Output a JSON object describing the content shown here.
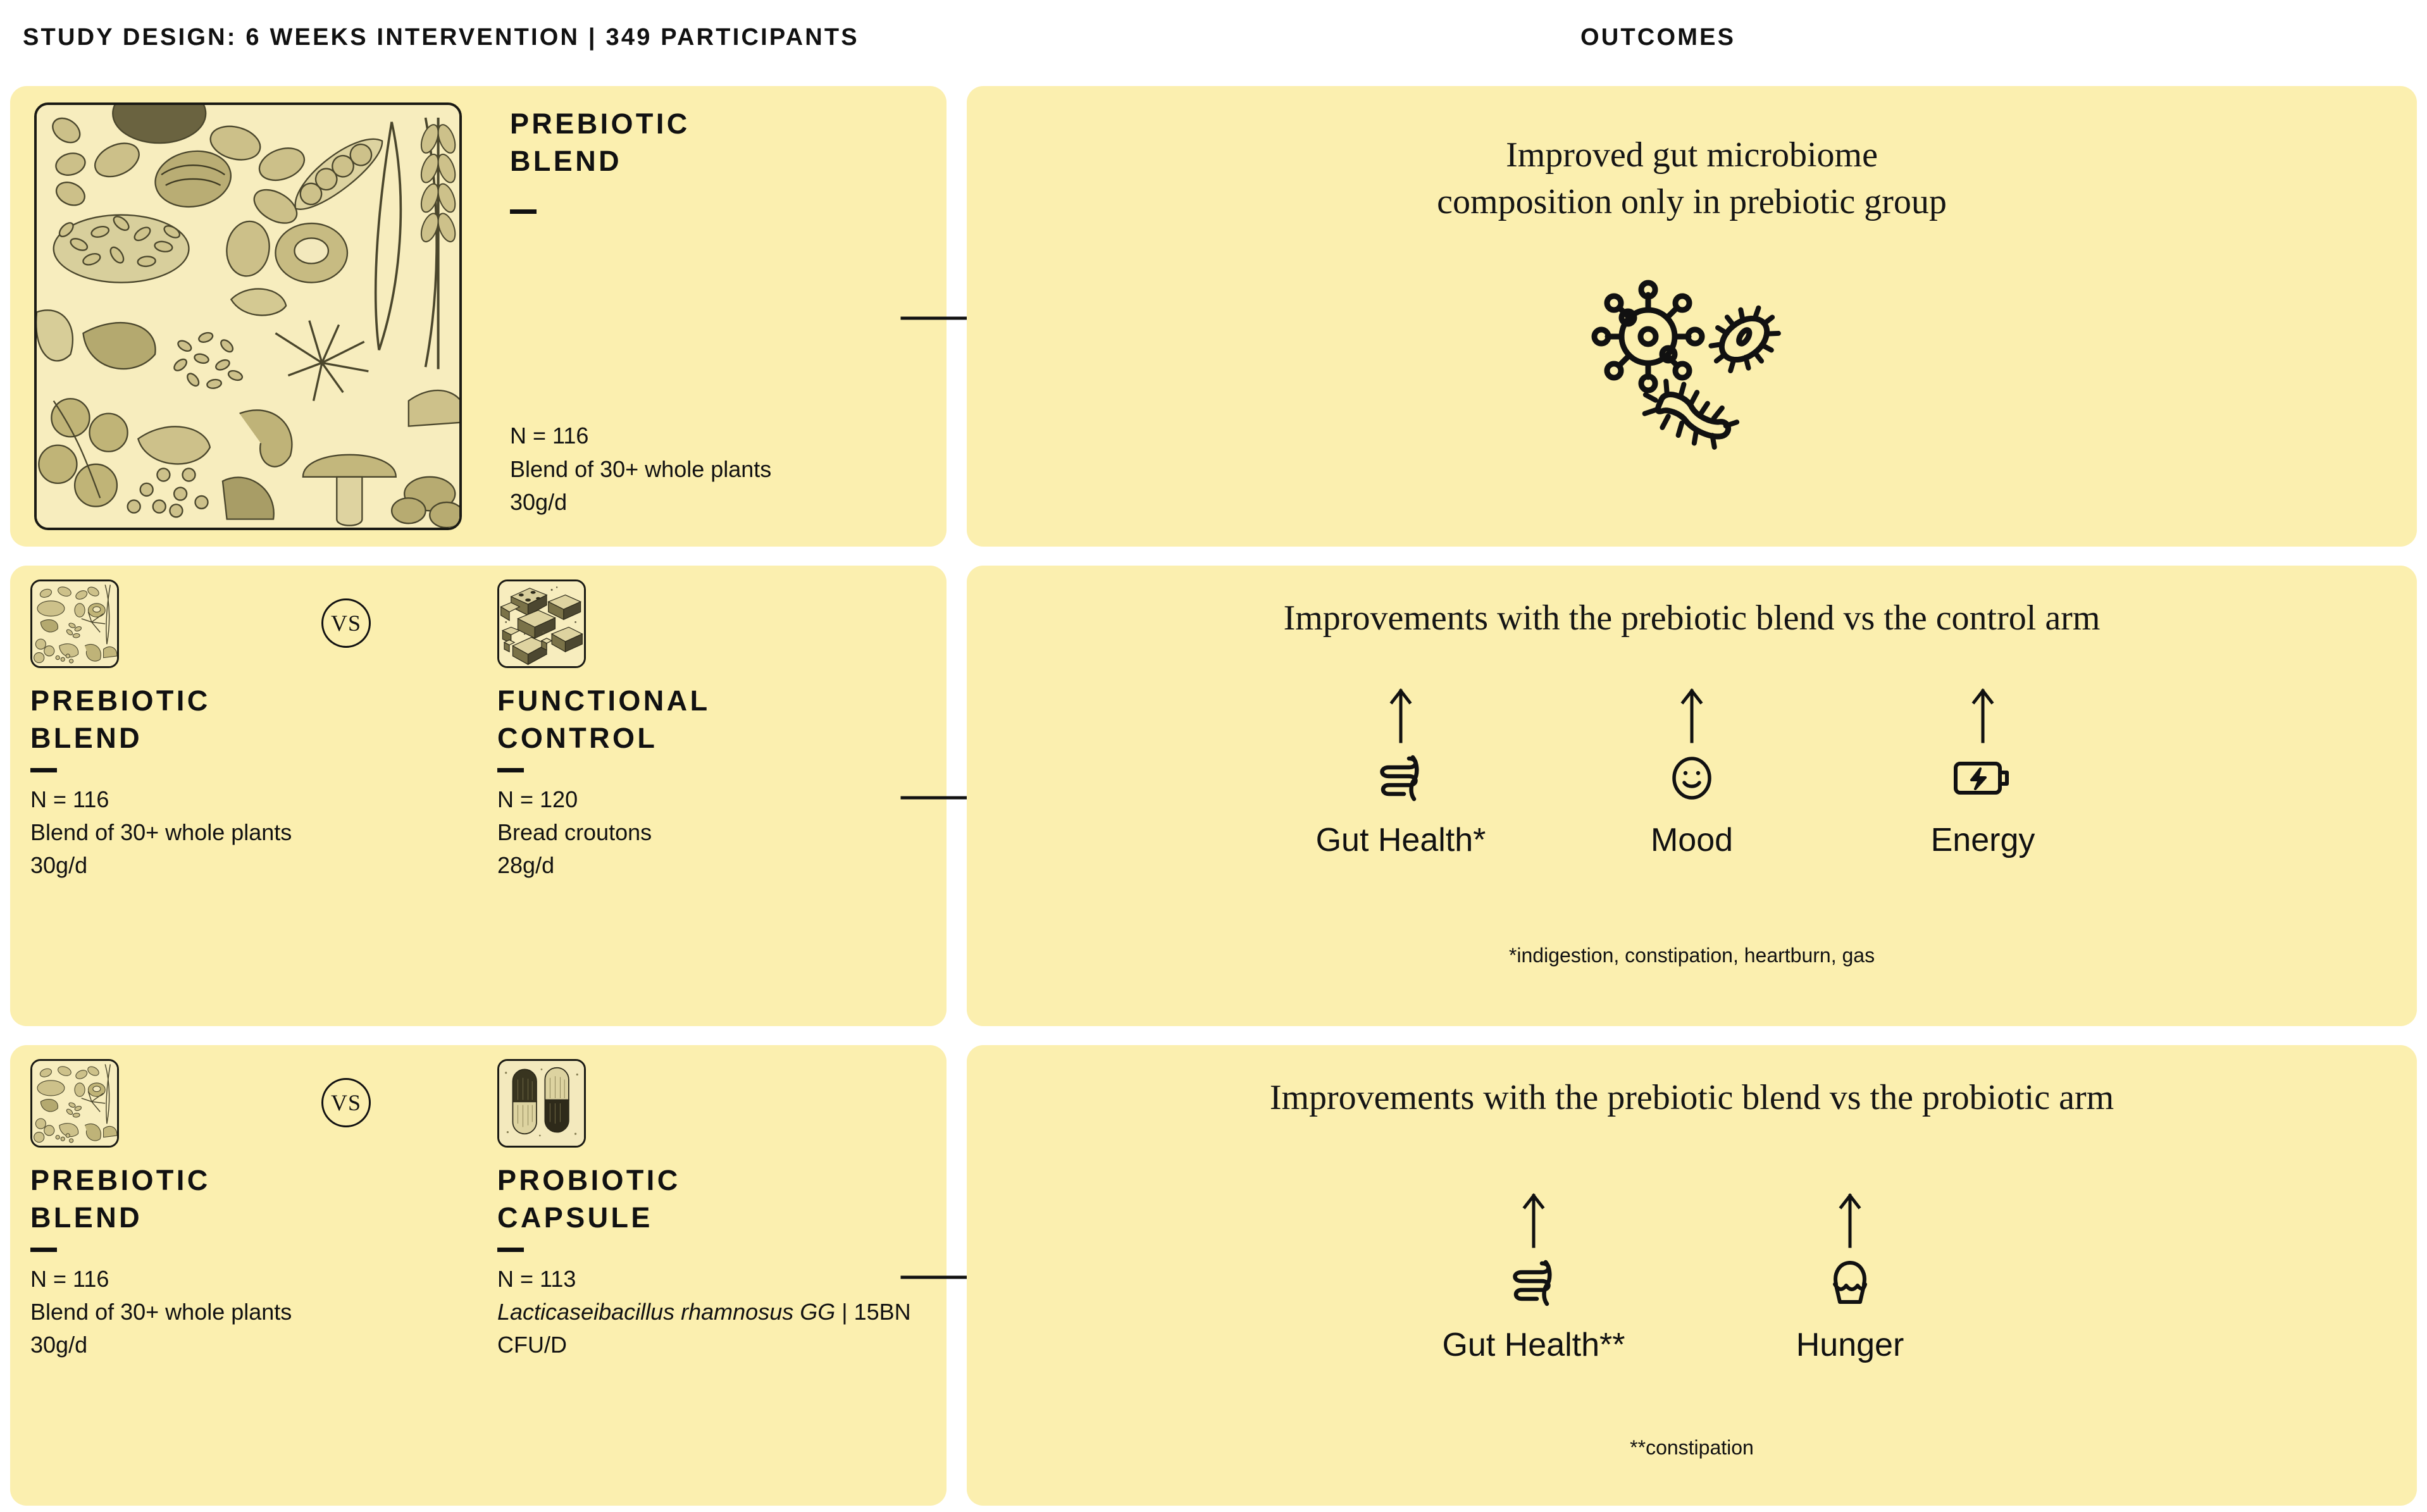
{
  "headers": {
    "study_design": "STUDY DESIGN: 6 WEEKS INTERVENTION | 349 PARTICIPANTS",
    "outcomes": "OUTCOMES"
  },
  "colors": {
    "card_background": "#fbefaf",
    "page_background": "#ffffff",
    "ink": "#111111",
    "illustration_paper": "#f7edbe"
  },
  "rows": [
    {
      "id": "row1",
      "arms": [
        {
          "title": "PREBIOTIC\nBLEND",
          "n_label": "N = 116",
          "description": "Blend of 30+ whole plants",
          "dose": "30g/d",
          "thumbnail": "whole-plants-engraving"
        }
      ],
      "vs_label": null,
      "outcome": {
        "heading": "Improved gut microbiome\ncomposition only in prebiotic group",
        "icon_group": "microbiome-icons",
        "items": [],
        "footnote": null
      }
    },
    {
      "id": "row2",
      "arms": [
        {
          "title": "PREBIOTIC\nBLEND",
          "n_label": "N = 116",
          "description": "Blend of 30+ whole plants",
          "dose": "30g/d",
          "thumbnail": "whole-plants-engraving"
        },
        {
          "title": "FUNCTIONAL\nCONTROL",
          "n_label": "N = 120",
          "description": "Bread croutons",
          "dose": "28g/d",
          "thumbnail": "bread-croutons-engraving"
        }
      ],
      "vs_label": "VS",
      "outcome": {
        "heading": "Improvements with the prebiotic blend vs the control arm",
        "icon_group": null,
        "items": [
          {
            "label": "Gut Health*",
            "icon": "intestine-icon",
            "direction": "up"
          },
          {
            "label": "Mood",
            "icon": "smiley-face-icon",
            "direction": "up"
          },
          {
            "label": "Energy",
            "icon": "battery-charge-icon",
            "direction": "up"
          }
        ],
        "footnote": "*indigestion, constipation, heartburn, gas"
      }
    },
    {
      "id": "row3",
      "arms": [
        {
          "title": "PREBIOTIC\nBLEND",
          "n_label": "N = 116",
          "description": "Blend of 30+ whole plants",
          "dose": "30g/d",
          "thumbnail": "whole-plants-engraving"
        },
        {
          "title": "PROBIOTIC\nCAPSULE",
          "n_label": "N = 113",
          "description_italic": "Lacticaseibacillus\nrhamnosus GG",
          "description_rest": " | 15BN CFU/D",
          "thumbnail": "probiotic-capsules-engraving"
        }
      ],
      "vs_label": "VS",
      "outcome": {
        "heading": "Improvements with the prebiotic blend vs the probiotic arm",
        "icon_group": null,
        "items": [
          {
            "label": "Gut Health**",
            "icon": "intestine-icon",
            "direction": "up"
          },
          {
            "label": "Hunger",
            "icon": "cupcake-icon",
            "direction": "up"
          }
        ],
        "footnote": "**constipation"
      }
    }
  ]
}
